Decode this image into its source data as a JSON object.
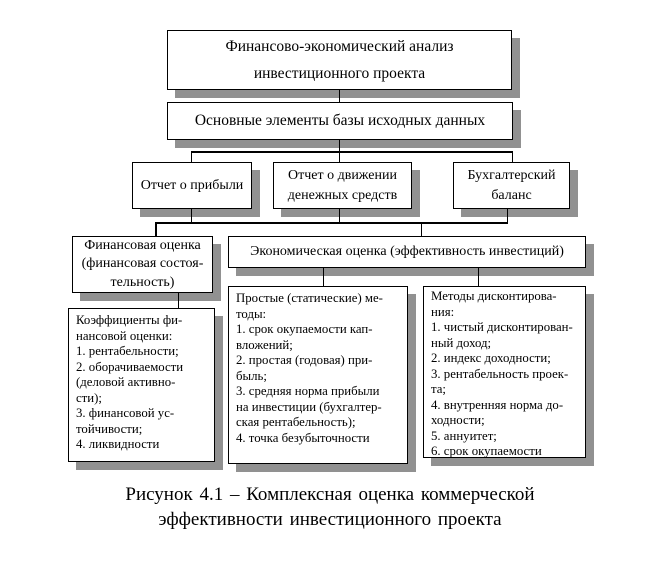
{
  "colors": {
    "background": "#ffffff",
    "border": "#000000",
    "text": "#000000",
    "shadow": "#919191"
  },
  "nodes": {
    "analysis": {
      "lines": [
        "Финансово-экономический анализ",
        "инвестиционного проекта"
      ]
    },
    "base": {
      "lines": [
        "Основные элементы базы исходных данных"
      ]
    },
    "profit": {
      "lines": [
        "Отчет о прибыли"
      ]
    },
    "cashflow": {
      "lines": [
        "Отчет о движении",
        "денежных средств"
      ]
    },
    "balance": {
      "lines": [
        "Бухгалтерский",
        "баланс"
      ]
    },
    "finassess": {
      "lines": [
        "Финансовая оценка",
        "(финансовая состоя-",
        "тельность)"
      ]
    },
    "econassess": {
      "lines": [
        "Экономическая оценка (эффективность инвестиций)"
      ]
    },
    "ratios": {
      "lines": [
        "Коэффициенты фи-",
        "нансовой оценки:",
        "1. рентабельности;",
        "2. оборачиваемости",
        "(деловой активно-",
        "сти);",
        "3. финансовой ус-",
        "тойчивости;",
        "4. ликвидности"
      ]
    },
    "static_methods": {
      "lines": [
        "Простые (статические) ме-",
        "тоды:",
        "1. срок окупаемости кап-",
        "вложений;",
        "2. простая (годовая) при-",
        "быль;",
        "3. средняя норма прибыли",
        "на инвестиции (бухгалтер-",
        "ская рентабельность);",
        "4. точка безубыточности"
      ]
    },
    "discount_methods": {
      "lines": [
        "Методы дисконтирова-",
        "ния:",
        "1. чистый дисконтирован-",
        "ный доход;",
        "2. индекс доходности;",
        "3. рентабельность проек-",
        "та;",
        "4. внутренняя норма до-",
        "ходности;",
        "5. аннуитет;",
        "6. срок окупаемости"
      ]
    }
  },
  "caption": {
    "lines": [
      "Рисунок 4.1 – Комплексная оценка коммерческой",
      "эффективности инвестиционного проекта"
    ]
  }
}
